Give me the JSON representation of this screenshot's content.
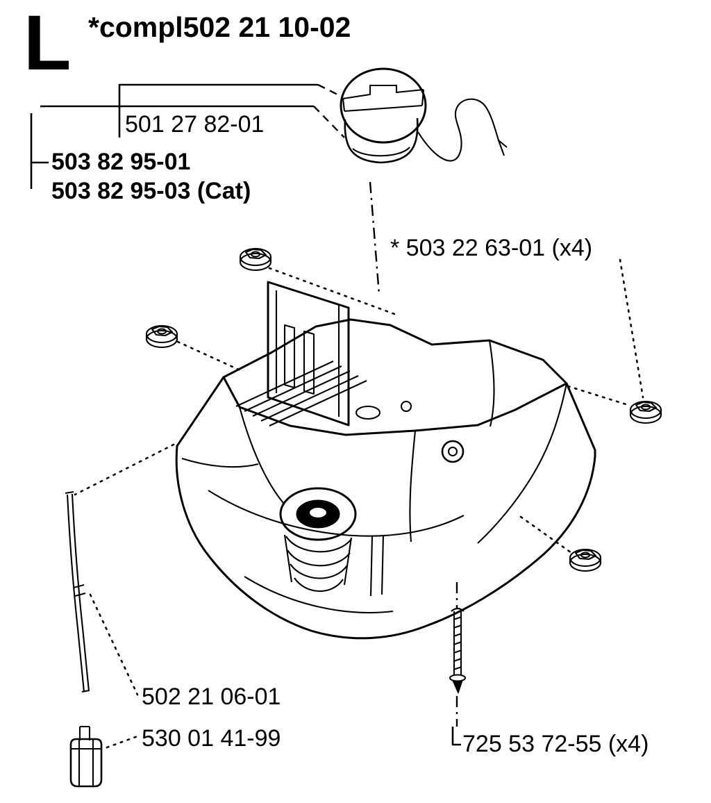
{
  "page": {
    "section_letter": "L",
    "title": "*compl502 21 10-02"
  },
  "parts": {
    "fuel_cap": {
      "label": "501 27 82-01"
    },
    "tank": {
      "label": "503 82 95-01"
    },
    "tank_cat": {
      "label": "503 82 95-03 (Cat)"
    },
    "nut": {
      "label": "* 503 22 63-01 (x4)"
    },
    "fuel_line": {
      "label": "502 21 06-01"
    },
    "fuel_filter": {
      "label": "530 01 41-99"
    },
    "screw": {
      "label": "725 53 72-55 (x4)"
    }
  },
  "colors": {
    "ink": "#000000",
    "background": "#ffffff"
  }
}
